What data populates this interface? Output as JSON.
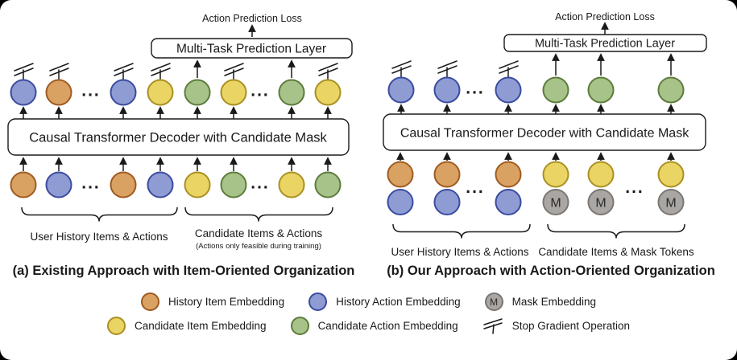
{
  "colors": {
    "history_item_fill": "#D9A263",
    "history_item_stroke": "#A05A20",
    "history_action_fill": "#8F9BD3",
    "history_action_stroke": "#3A4C9F",
    "candidate_item_fill": "#E9D464",
    "candidate_item_stroke": "#AA9022",
    "candidate_action_fill": "#A7C389",
    "candidate_action_stroke": "#5C7C3C",
    "mask_fill": "#A9A6A3",
    "mask_stroke": "#7B7773",
    "line": "#1A1A1A",
    "text": "#1A1A1A"
  },
  "panel_a": {
    "loss_label": "Action Prediction Loss",
    "prediction_layer_label": "Multi-Task Prediction Layer",
    "decoder_label": "Causal Transformer Decoder with Candidate Mask",
    "ellipsis": "...",
    "output_tokens": [
      "history_action",
      "history_item",
      "...",
      "history_action",
      "candidate_item",
      "candidate_action",
      "candidate_item",
      "...",
      "candidate_action",
      "candidate_item"
    ],
    "input_tokens": [
      "history_item",
      "history_action",
      "...",
      "history_item",
      "history_action",
      "candidate_item",
      "candidate_action",
      "...",
      "candidate_item",
      "candidate_action"
    ],
    "brace_left_label": "User History Items & Actions",
    "brace_right_label": "Candidate Items & Actions",
    "brace_right_sublabel": "(Actions only feasible during training)",
    "caption": "(a) Existing Approach with Item-Oriented Organization"
  },
  "panel_b": {
    "loss_label": "Action Prediction Loss",
    "prediction_layer_label": "Multi-Task Prediction Layer",
    "decoder_label": "Causal Transformer Decoder with Candidate Mask",
    "ellipsis": "...",
    "mask_token_label": "M",
    "output_tokens": [
      "history_action",
      "history_action",
      "...",
      "history_action",
      "candidate_action",
      "candidate_action",
      "candidate_action"
    ],
    "input_top_tokens": [
      "history_item",
      "history_item",
      "...",
      "history_item",
      "candidate_item",
      "candidate_item",
      "...",
      "candidate_item"
    ],
    "input_bottom_tokens": [
      "history_action",
      "history_action",
      "...",
      "history_action",
      "mask",
      "mask",
      "...",
      "mask"
    ],
    "brace_left_label": "User History Items & Actions",
    "brace_right_label": "Candidate Items & Mask Tokens",
    "caption": "(b) Our Approach with Action-Oriented Organization"
  },
  "legend": {
    "items": [
      {
        "label": "History Item Embedding"
      },
      {
        "label": "History Action Embedding"
      },
      {
        "label": "Mask Embedding",
        "symbol": "M"
      },
      {
        "label": "Candidate Item Embedding"
      },
      {
        "label": "Candidate Action Embedding"
      },
      {
        "label": "Stop Gradient Operation"
      }
    ]
  }
}
